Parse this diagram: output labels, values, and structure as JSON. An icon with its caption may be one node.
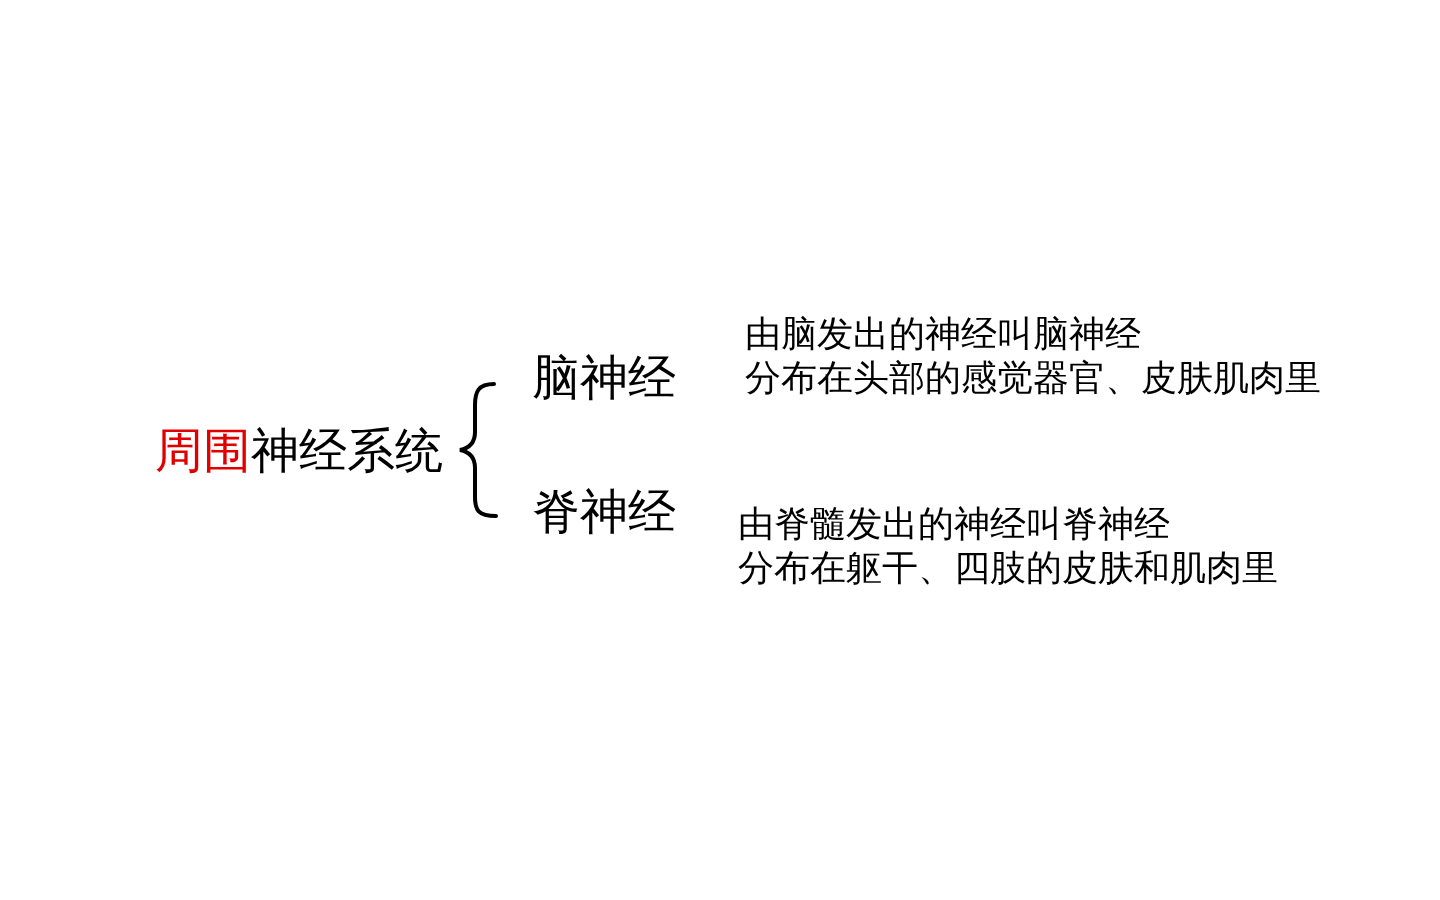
{
  "diagram": {
    "nodes": [
      {
        "text": [
          "**周围**神经系统"
        ]
      },
      {
        "text": [
          "脑神经"
        ],
        "beside": [
          "由脑发出的神经叫脑神经",
          "分布在头部的感觉器官、皮肤肌肉里"
        ]
      },
      {
        "text": [
          "脊神经"
        ],
        "beside": [
          "由脊髓发出的神经叫脊神经",
          "分布在躯干、四肢的皮肤和肌肉里"
        ]
      }
    ]
  }
}
